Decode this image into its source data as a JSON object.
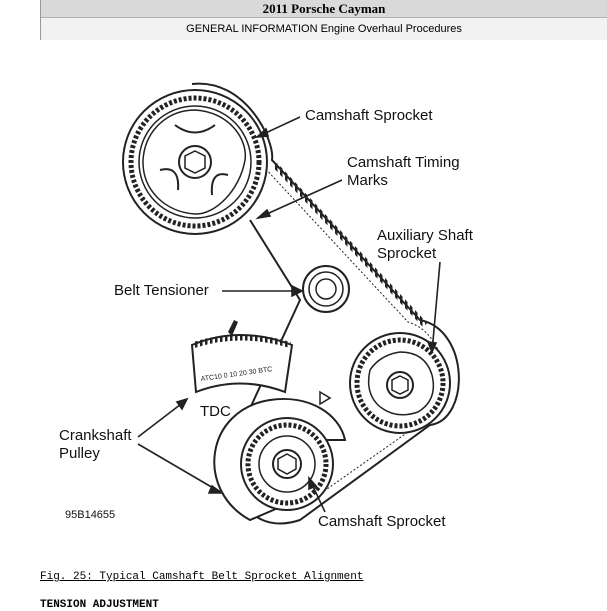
{
  "header": {
    "title": "2011 Porsche Cayman",
    "subtitle": "GENERAL INFORMATION Engine Overhaul Procedures"
  },
  "figure": {
    "labels": {
      "camshaft_sprocket_top": "Camshaft Sprocket",
      "timing_marks_line1": "Camshaft Timing",
      "timing_marks_line2": "Marks",
      "aux_line1": "Auxiliary Shaft",
      "aux_line2": "Sprocket",
      "belt_tensioner": "Belt Tensioner",
      "tdc": "TDC",
      "crank_line1": "Crankshaft",
      "crank_line2": "Pulley",
      "fig_id": "95B14655",
      "camshaft_sprocket_bottom": "Camshaft Sprocket"
    },
    "scale": "ATC10 0 10 20 30 BTC"
  },
  "caption": "Fig. 25: Typical Camshaft Belt Sprocket Alignment",
  "next_heading": "TENSION ADJUSTMENT"
}
